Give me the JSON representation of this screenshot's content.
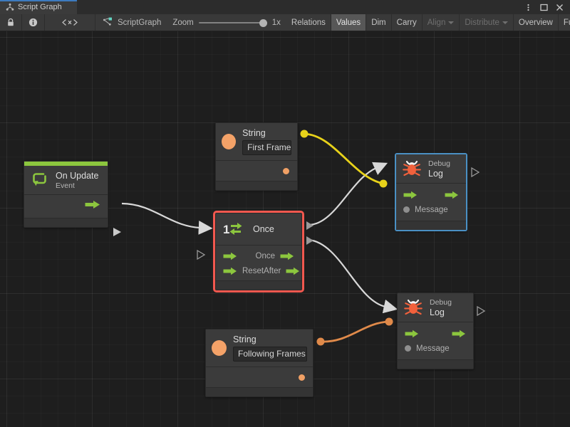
{
  "window": {
    "tab_label": "Script Graph",
    "tab_icon": "script-graph-icon",
    "menu_icon": "kebab-menu-icon",
    "maximize_icon": "maximize-icon",
    "close_icon": "close-icon"
  },
  "toolbar": {
    "lock_icon": "lock-icon",
    "info_icon": "info-icon",
    "code_icon": "code-brackets-icon",
    "graph_icon": "graph-node-icon",
    "graph_name": "ScriptGraph",
    "zoom_label": "Zoom",
    "zoom_value": "1x",
    "buttons": [
      {
        "label": "Relations",
        "state": "normal"
      },
      {
        "label": "Values",
        "state": "active"
      },
      {
        "label": "Dim",
        "state": "normal"
      },
      {
        "label": "Carry",
        "state": "normal"
      },
      {
        "label": "Align",
        "state": "dim",
        "caret": true
      },
      {
        "label": "Distribute",
        "state": "dim",
        "caret": true
      },
      {
        "label": "Overview",
        "state": "normal"
      },
      {
        "label": "Full Screen",
        "state": "normal"
      }
    ]
  },
  "colors": {
    "accent_green": "#8cc63e",
    "string_orange": "#f4a268",
    "selection_red": "#f2584f",
    "selection_blue": "#4a90c4",
    "wire_white": "#d8d8d8",
    "wire_yellow": "#e8d21a",
    "wire_orange": "#e08a4a",
    "canvas_bg": "#1e1e1e",
    "node_bg": "#3b3b3b"
  },
  "nodes": {
    "on_update": {
      "title": "On Update",
      "subtitle": "Event",
      "icon": "on-update-event-icon",
      "selected": false
    },
    "string_first": {
      "title": "String",
      "icon": "string-value-icon",
      "value": "First Frame",
      "selected": false
    },
    "string_following": {
      "title": "String",
      "icon": "string-value-icon",
      "value": "Following Frames",
      "selected": false
    },
    "once": {
      "title": "Once",
      "icon": "once-counter-icon",
      "selected": true,
      "selection_color": "#f2584f",
      "inputs": [
        {
          "label": "",
          "type": "flow"
        },
        {
          "label": "Reset",
          "type": "flow"
        }
      ],
      "outputs": [
        {
          "label": "Once",
          "type": "flow"
        },
        {
          "label": "After",
          "type": "flow"
        }
      ]
    },
    "debug_log_top": {
      "title": "Log",
      "subtitle": "Debug",
      "icon": "debug-bug-icon",
      "selected": true,
      "selection_color": "#4a90c4",
      "input_value_label": "Message"
    },
    "debug_log_bottom": {
      "title": "Log",
      "subtitle": "Debug",
      "icon": "debug-bug-icon",
      "selected": false,
      "input_value_label": "Message"
    }
  },
  "connections": [
    {
      "from": "on_update.flow_out",
      "to": "once.flow_in",
      "color": "#d8d8d8",
      "kind": "flow"
    },
    {
      "from": "once.once_out",
      "to": "debug_log_top.flow_in",
      "color": "#d8d8d8",
      "kind": "flow"
    },
    {
      "from": "once.after_out",
      "to": "debug_log_bottom.flow_in",
      "color": "#d8d8d8",
      "kind": "flow"
    },
    {
      "from": "string_first.value_out",
      "to": "debug_log_top.message_in",
      "color": "#e8d21a",
      "kind": "value"
    },
    {
      "from": "string_following.value_out",
      "to": "debug_log_bottom.message_in",
      "color": "#e08a4a",
      "kind": "value"
    }
  ]
}
